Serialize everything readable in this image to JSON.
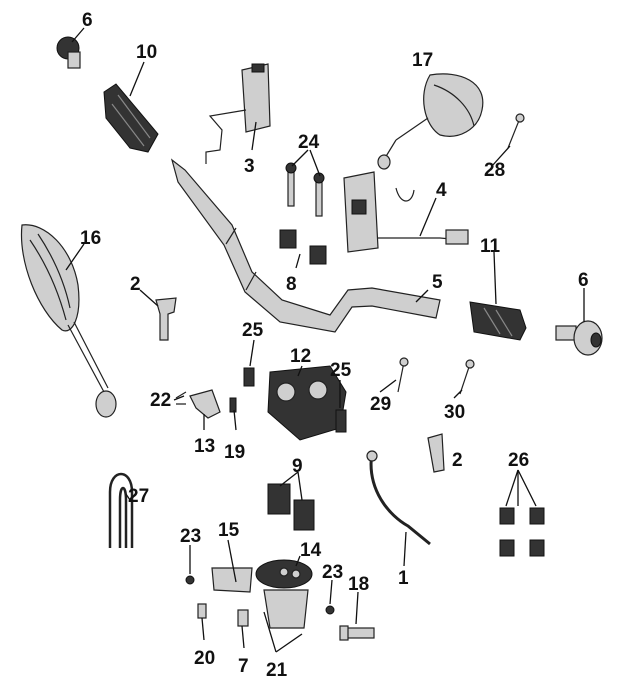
{
  "labels": {
    "p1": "1",
    "p2a": "2",
    "p2b": "2",
    "p3": "3",
    "p4": "4",
    "p5": "5",
    "p6a": "6",
    "p6b": "6",
    "p7": "7",
    "p8": "8",
    "p9": "9",
    "p10": "10",
    "p11": "11",
    "p12": "12",
    "p13": "13",
    "p14": "14",
    "p15": "15",
    "p16": "16",
    "p17": "17",
    "p18": "18",
    "p19": "19",
    "p20": "20",
    "p21": "21",
    "p22": "22",
    "p23a": "23",
    "p23b": "23",
    "p24": "24",
    "p25a": "25",
    "p25b": "25",
    "p26": "26",
    "p27": "27",
    "p28": "28",
    "p29": "29",
    "p30": "30"
  },
  "colors": {
    "ink": "#111111",
    "part_fill": "#cfcfcf",
    "dark_fill": "#333333"
  }
}
